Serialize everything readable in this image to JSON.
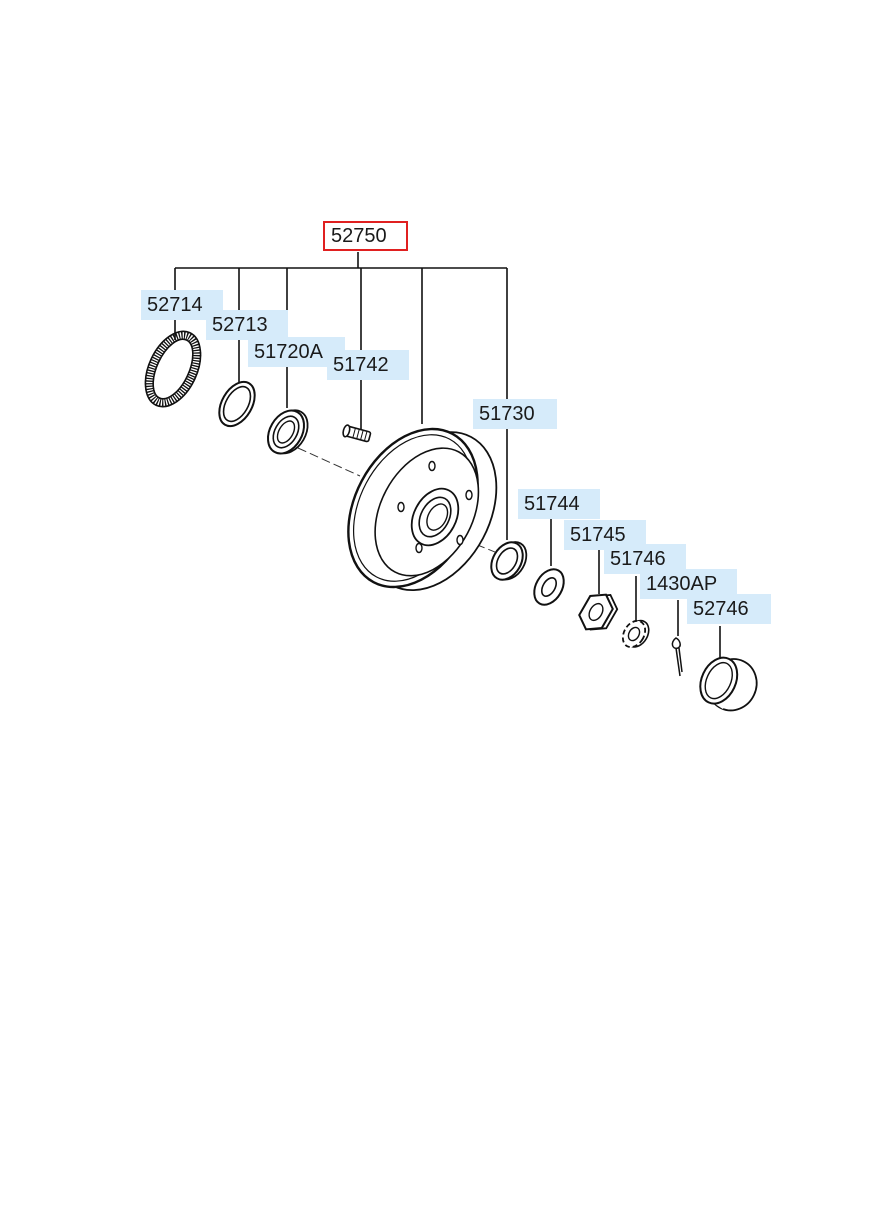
{
  "diagram": {
    "main_assembly": {
      "part_number": "52750",
      "highlight_color": "#e02020"
    },
    "callout_bg_color": "#d6ebfa",
    "line_color": "#111111",
    "parts": [
      {
        "id": "ring-tone-wheel",
        "part_number": "52714"
      },
      {
        "id": "dust-seal",
        "part_number": "52713"
      },
      {
        "id": "inner-bearing",
        "part_number": "51720A"
      },
      {
        "id": "wheel-stud",
        "part_number": "51742"
      },
      {
        "id": "brake-drum",
        "part_number": "51730"
      },
      {
        "id": "washer",
        "part_number": "51744"
      },
      {
        "id": "hub-nut",
        "part_number": "51745"
      },
      {
        "id": "castle-nut-cap",
        "part_number": "51746"
      },
      {
        "id": "cotter-pin",
        "part_number": "1430AP"
      },
      {
        "id": "hub-grease-cap",
        "part_number": "52746"
      }
    ]
  }
}
